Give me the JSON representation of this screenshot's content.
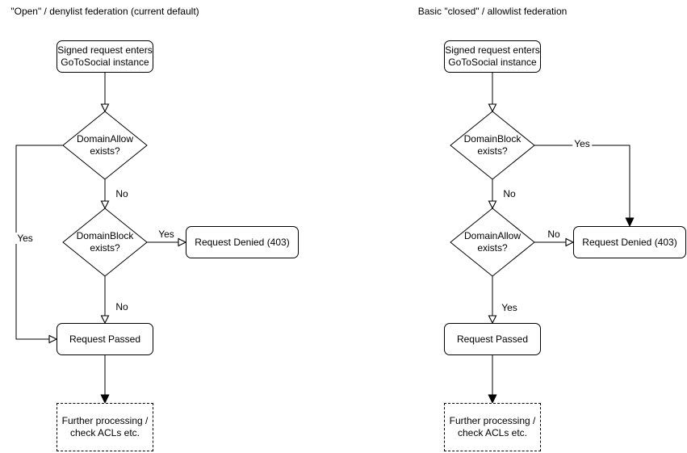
{
  "colors": {
    "stroke": "#000000",
    "fill": "#ffffff",
    "text": "#000000",
    "background": "#ffffff"
  },
  "charts": {
    "left": {
      "title": "\"Open\" / denylist federation (current default)",
      "nodes": {
        "start": "Signed request enters\nGoToSocial instance",
        "decision1": "DomainAllow\nexists?",
        "decision2": "DomainBlock\nexists?",
        "denied": "Request Denied (403)",
        "passed": "Request Passed",
        "further": "Further processing /\ncheck ACLs etc."
      },
      "edge_labels": {
        "decision1_yes": "Yes",
        "decision1_no": "No",
        "decision2_yes": "Yes",
        "decision2_no": "No"
      }
    },
    "right": {
      "title": "Basic \"closed\" / allowlist federation",
      "nodes": {
        "start": "Signed request enters\nGoToSocial instance",
        "decision1": "DomainBlock\nexists?",
        "decision2": "DomainAllow\nexists?",
        "denied": "Request Denied (403)",
        "passed": "Request Passed",
        "further": "Further processing /\ncheck ACLs etc."
      },
      "edge_labels": {
        "decision1_yes": "Yes",
        "decision1_no": "No",
        "decision2_no": "No",
        "decision2_yes": "Yes"
      }
    }
  }
}
